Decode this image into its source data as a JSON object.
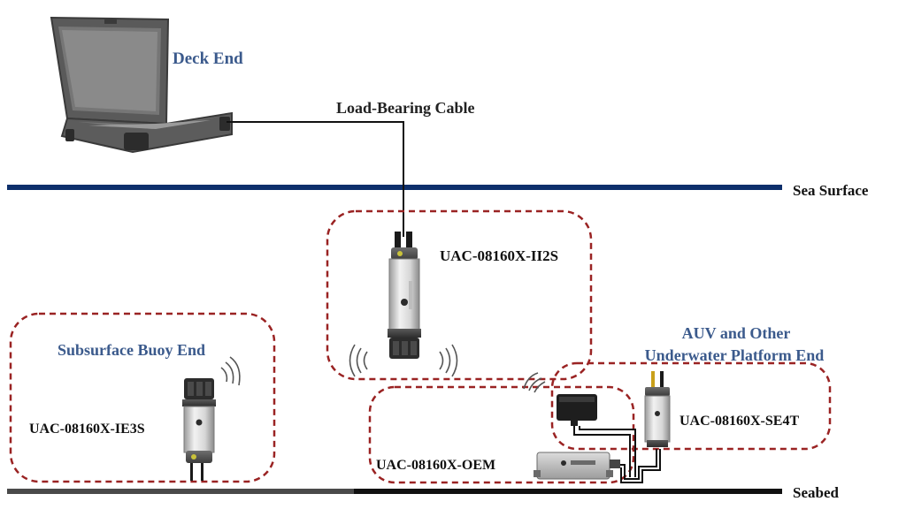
{
  "labels": {
    "deck_end": "Deck End",
    "cable": "Load-Bearing Cable",
    "sea_surface": "Sea Surface",
    "seabed": "Seabed",
    "ii2s": "UAC-08160X-II2S",
    "buoy_title": "Subsurface Buoy End",
    "ie3s": "UAC-08160X-IE3S",
    "auv_title_1": "AUV and Other",
    "auv_title_2": "Underwater Platform End",
    "se4t": "UAC-08160X-SE4T",
    "oem": "UAC-08160X-OEM"
  },
  "colors": {
    "title_blue": "#3b5a8c",
    "sea_line": "#0d2f6b",
    "seabed_line": "#222222",
    "dash": "#9a2323",
    "text": "#111111"
  },
  "icons": [
    "laptop-icon",
    "transducer-icon",
    "acoustic-wave-icon",
    "oem-module-icon",
    "connector-box-icon"
  ]
}
